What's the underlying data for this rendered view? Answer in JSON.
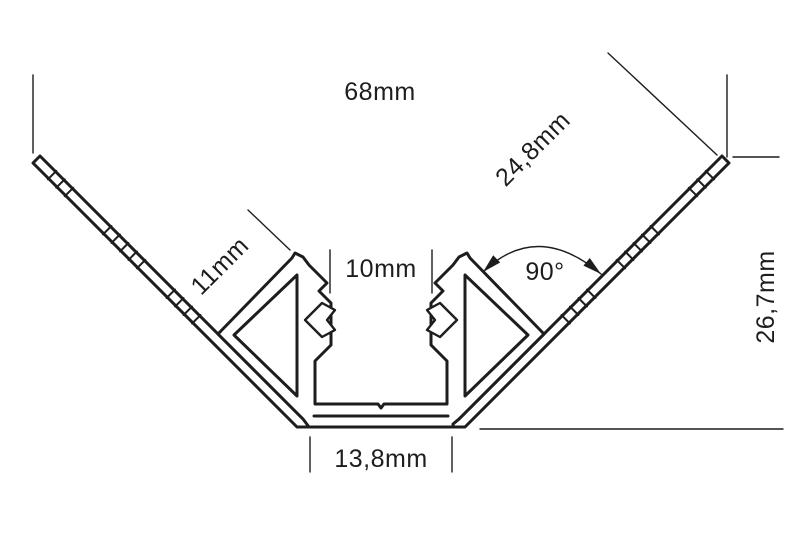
{
  "diagram": {
    "background": "#ffffff",
    "line_color": "#1d1d1b",
    "labels": {
      "top_width": "68mm",
      "right_wing_length": "24,8mm",
      "left_wing_width": "11mm",
      "slot_width": "10mm",
      "corner_angle": "90°",
      "side_height": "26,7mm",
      "base_width": "13,8mm"
    }
  }
}
